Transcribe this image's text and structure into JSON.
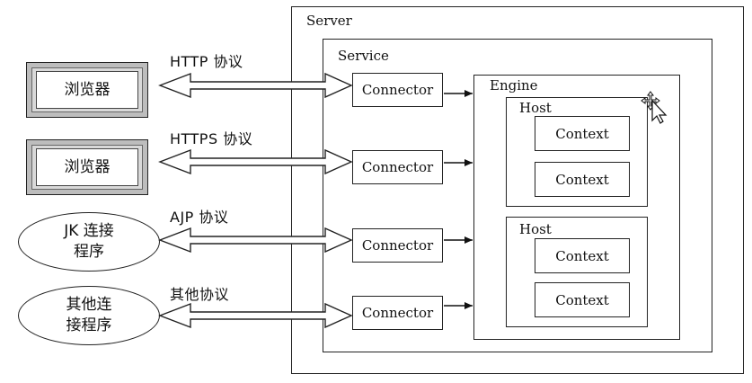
{
  "clients": [
    {
      "label": "浏览器",
      "shape": "box"
    },
    {
      "label": "浏览器",
      "shape": "box"
    },
    {
      "label": "JK 连接\n程序",
      "shape": "ellipse"
    },
    {
      "label": "其他连\n接程序",
      "shape": "ellipse"
    }
  ],
  "protocols": [
    "HTTP 协议",
    "HTTPS 协议",
    "AJP 协议",
    "其他协议"
  ],
  "server": {
    "label": "Server"
  },
  "service": {
    "label": "Service"
  },
  "connectors": [
    "Connector",
    "Connector",
    "Connector",
    "Connector"
  ],
  "engine": {
    "label": "Engine"
  },
  "hosts": [
    {
      "label": "Host",
      "contexts": [
        "Context",
        "Context"
      ]
    },
    {
      "label": "Host",
      "contexts": [
        "Context",
        "Context"
      ]
    }
  ],
  "cursor_icon": "move-cursor-icon"
}
